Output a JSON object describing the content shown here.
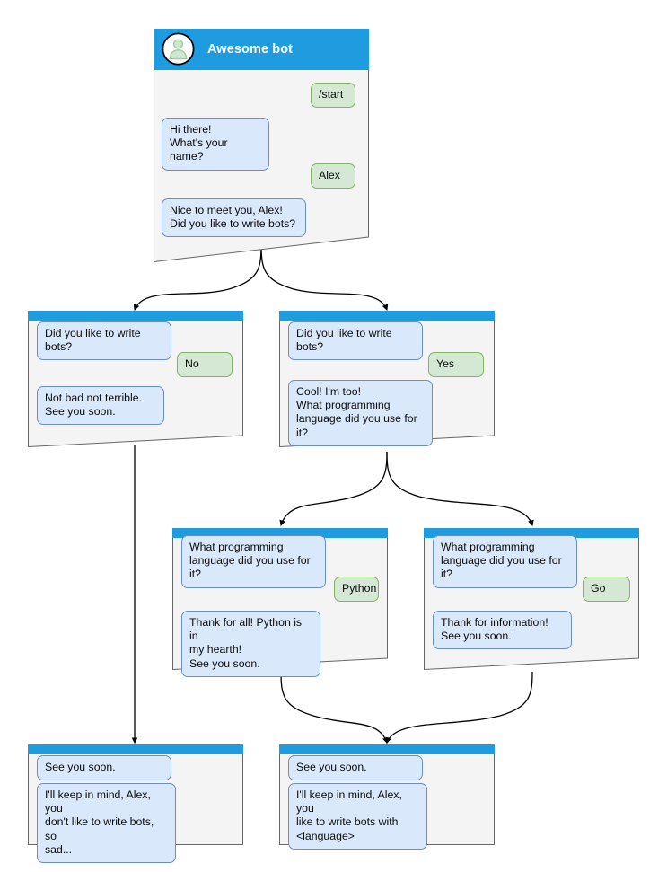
{
  "diagram": {
    "type": "bot-dialog-flow",
    "colors": {
      "header_blue": "#1f9ce0",
      "card_background": "#f4f4f4",
      "card_border": "#666666",
      "bot_bubble_fill": "#dae8fc",
      "bot_bubble_border": "#6c8ebf",
      "user_bubble_fill": "#d5e8d4",
      "user_bubble_border": "#82b366",
      "edge_color": "#000000",
      "avatar_glyph": "#9ccc9c",
      "title_text": "#ffffff"
    },
    "avatar_icon": "user-avatar-icon"
  },
  "cards": {
    "root": {
      "title": "Awesome bot",
      "messages": [
        {
          "from": "user",
          "text": "/start"
        },
        {
          "from": "bot",
          "text": "Hi there!\nWhat's your name?"
        },
        {
          "from": "user",
          "text": "Alex"
        },
        {
          "from": "bot",
          "text": "Nice to meet you, Alex!\nDid you like to write bots?"
        }
      ]
    },
    "no_branch": {
      "messages": [
        {
          "from": "bot",
          "text": "Did you like to write bots?"
        },
        {
          "from": "user",
          "text": "No"
        },
        {
          "from": "bot",
          "text": "Not bad not terrible.\nSee you soon."
        }
      ]
    },
    "yes_branch": {
      "messages": [
        {
          "from": "bot",
          "text": "Did you like to write bots?"
        },
        {
          "from": "user",
          "text": "Yes"
        },
        {
          "from": "bot",
          "text": "Cool! I'm too!\nWhat programming\nlanguage did you use for it?"
        }
      ]
    },
    "python_branch": {
      "messages": [
        {
          "from": "bot",
          "text": "What programming\nlanguage did you use for it?"
        },
        {
          "from": "user",
          "text": "Python"
        },
        {
          "from": "bot",
          "text": "Thank for all! Python is in\nmy hearth!\nSee you soon."
        }
      ]
    },
    "go_branch": {
      "messages": [
        {
          "from": "bot",
          "text": "What programming\nlanguage did you use for it?"
        },
        {
          "from": "user",
          "text": "Go"
        },
        {
          "from": "bot",
          "text": "Thank for information!\nSee you soon."
        }
      ]
    },
    "end_no": {
      "messages": [
        {
          "from": "bot",
          "text": "See you soon."
        },
        {
          "from": "bot",
          "text": "I'll keep in mind, Alex, you\ndon't like to write bots, so\nsad..."
        }
      ]
    },
    "end_yes": {
      "messages": [
        {
          "from": "bot",
          "text": "See you soon."
        },
        {
          "from": "bot",
          "text": "I'll keep in mind, Alex, you\nlike to write bots with\n<language>"
        }
      ]
    }
  }
}
